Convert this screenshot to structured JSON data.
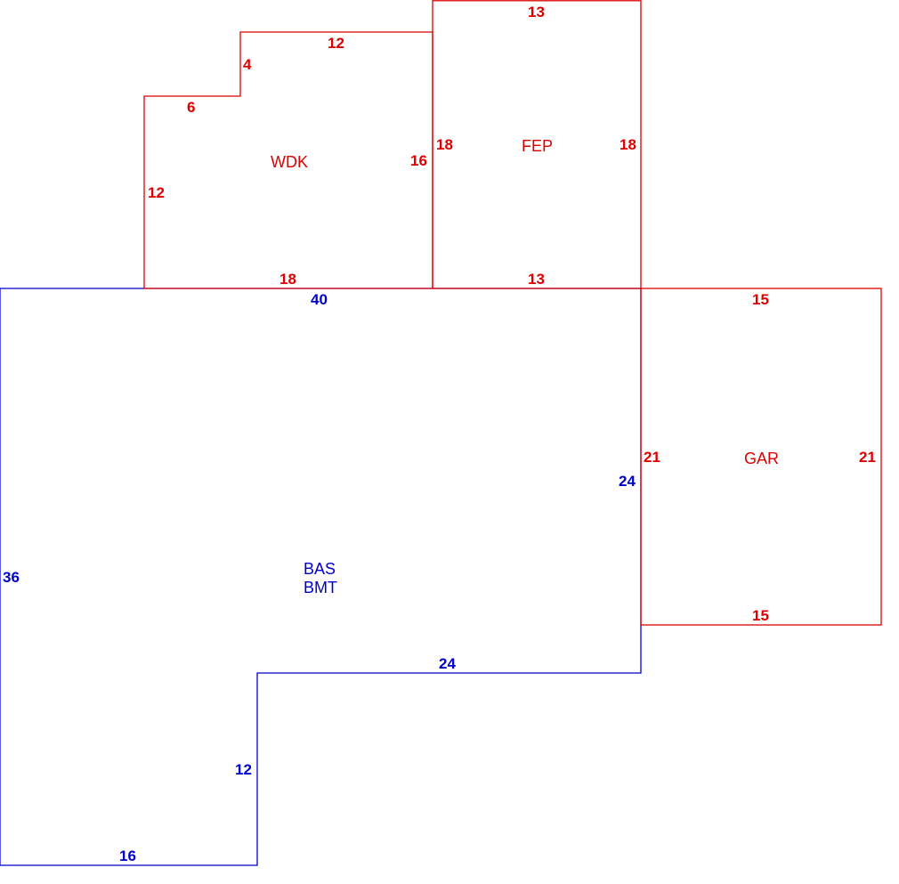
{
  "colors": {
    "main": "#0000cc",
    "addition": "#dd0000"
  },
  "areas": [
    {
      "id": "bas",
      "labels": [
        "BAS",
        "BMT"
      ],
      "color_key": "main",
      "dimensions": {
        "top": "40",
        "left": "36",
        "right": "24",
        "step_top": "24",
        "step_side": "12",
        "bottom": "16"
      }
    },
    {
      "id": "wdk",
      "labels": [
        "WDK"
      ],
      "color_key": "addition",
      "dimensions": {
        "top": "12",
        "step_side": "4",
        "step_top": "6",
        "left": "12",
        "right": "16",
        "bottom": "18"
      }
    },
    {
      "id": "fep",
      "labels": [
        "FEP"
      ],
      "color_key": "addition",
      "dimensions": {
        "top": "13",
        "left": "18",
        "right": "18",
        "bottom": "13"
      }
    },
    {
      "id": "gar",
      "labels": [
        "GAR"
      ],
      "color_key": "addition",
      "dimensions": {
        "top": "15",
        "left": "21",
        "right": "21",
        "bottom": "15"
      }
    }
  ]
}
